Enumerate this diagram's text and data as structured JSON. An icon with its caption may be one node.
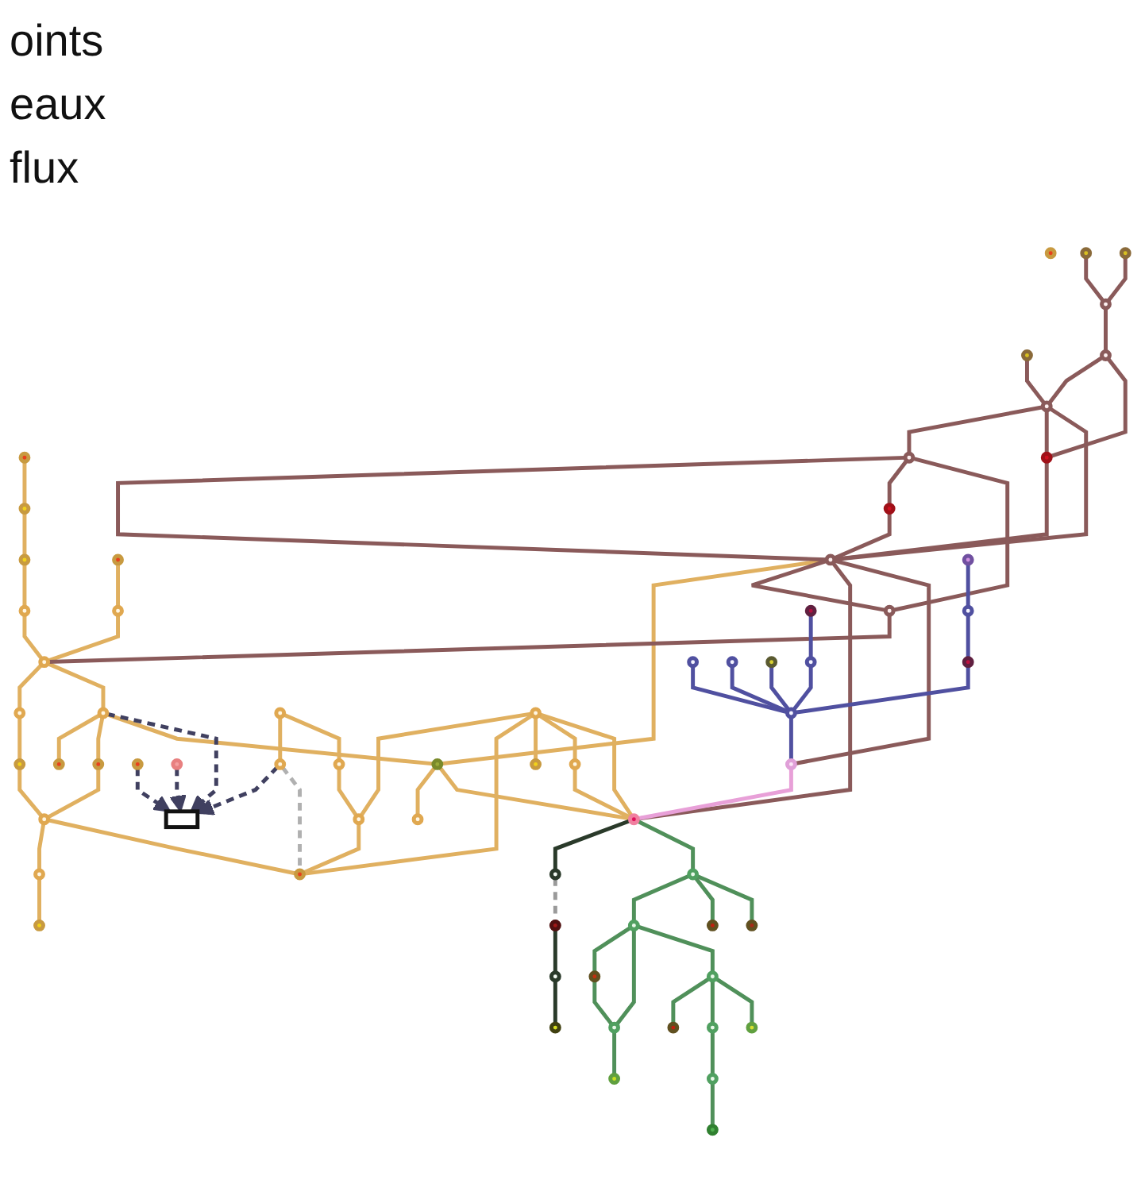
{
  "diagram": {
    "nodes": [
      {
        "text": [],
        "shape": "circle"
      },
      {
        "text": [],
        "shape": "circle"
      },
      {
        "text": [],
        "shape": "circle"
      },
      {
        "text": [],
        "shape": "circle"
      },
      {
        "text": [],
        "shape": "circle"
      },
      {
        "text": [],
        "shape": "circle"
      },
      {
        "text": [],
        "shape": "circle"
      },
      {
        "text": [],
        "shape": "circle"
      },
      {
        "text": [],
        "shape": "circle"
      },
      {
        "text": [],
        "shape": "circle"
      },
      {
        "text": [],
        "shape": "circle"
      },
      {
        "text": [],
        "shape": "circle"
      },
      {
        "text": [],
        "shape": "circle"
      },
      {
        "text": [],
        "shape": "circle"
      },
      {
        "text": [],
        "shape": "box"
      },
      {
        "text": [],
        "shape": "circle"
      },
      {
        "text": [],
        "shape": "circle"
      },
      {
        "text": [],
        "shape": "circle"
      },
      {
        "text": [],
        "shape": "circle"
      },
      {
        "text": [],
        "shape": "circle"
      },
      {
        "text": [],
        "shape": "circle"
      },
      {
        "text": [],
        "shape": "circle"
      },
      {
        "text": [],
        "shape": "circle"
      },
      {
        "text": [],
        "shape": "circle"
      },
      {
        "text": [],
        "shape": "circle"
      },
      {
        "text": [],
        "shape": "circle"
      },
      {
        "text": [],
        "shape": "circle"
      },
      {
        "text": [],
        "shape": "circle"
      },
      {
        "text": [],
        "shape": "circle"
      },
      {
        "text": [],
        "shape": "circle"
      },
      {
        "text": [],
        "shape": "circle"
      },
      {
        "text": [],
        "shape": "circle"
      },
      {
        "text": [],
        "shape": "circle"
      },
      {
        "text": [],
        "shape": "circle"
      },
      {
        "text": [],
        "shape": "circle"
      },
      {
        "text": [],
        "shape": "circle"
      },
      {
        "text": [],
        "shape": "circle"
      },
      {
        "text": [],
        "shape": "circle"
      },
      {
        "text": [],
        "shape": "circle"
      },
      {
        "text": [],
        "shape": "circle"
      },
      {
        "text": [],
        "shape": "circle"
      },
      {
        "text": [],
        "shape": "circle"
      },
      {
        "text": [],
        "shape": "circle"
      },
      {
        "text": [],
        "shape": "circle"
      },
      {
        "text": [],
        "shape": "circle"
      },
      {
        "text": [],
        "shape": "circle"
      },
      {
        "text": [],
        "shape": "circle"
      },
      {
        "text": [],
        "shape": "circle"
      },
      {
        "text": [],
        "shape": "circle"
      },
      {
        "text": [],
        "shape": "circle"
      },
      {
        "text": [],
        "shape": "circle"
      },
      {
        "text": [],
        "shape": "circle"
      },
      {
        "text": [],
        "shape": "circle"
      },
      {
        "text": [],
        "shape": "circle"
      },
      {
        "text": [],
        "shape": "circle"
      },
      {
        "text": [],
        "shape": "circle"
      },
      {
        "text": [],
        "shape": "circle"
      },
      {
        "text": [],
        "shape": "circle"
      },
      {
        "text": [],
        "shape": "circle"
      },
      {
        "text": [],
        "shape": "circle"
      },
      {
        "text": [],
        "shape": "circle"
      },
      {
        "text": [],
        "shape": "circle"
      },
      {
        "text": [],
        "shape": "circle"
      },
      {
        "text": [],
        "shape": "circle"
      },
      {
        "text": [],
        "shape": "circle"
      },
      {
        "text": [],
        "shape": "circle"
      },
      {
        "text": [],
        "shape": "circle"
      },
      {
        "text": [],
        "shape": "circle"
      }
    ],
    "edges": [
      {
        "from": 0,
        "to": 1,
        "arrow": "none"
      },
      {
        "from": 1,
        "to": 2,
        "arrow": "none"
      },
      {
        "from": 2,
        "to": 3,
        "arrow": "none"
      },
      {
        "from": 3,
        "to": 6,
        "arrow": "none"
      },
      {
        "from": 4,
        "to": 5,
        "arrow": "none"
      },
      {
        "from": 5,
        "to": 6,
        "arrow": "none"
      },
      {
        "from": 6,
        "to": 7,
        "arrow": "none"
      },
      {
        "from": 7,
        "to": 8,
        "arrow": "none"
      },
      {
        "from": 8,
        "to": 9,
        "arrow": "none"
      },
      {
        "from": 6,
        "to": 12,
        "arrow": "none"
      },
      {
        "from": 12,
        "to": 10,
        "arrow": "none"
      },
      {
        "from": 12,
        "to": 11,
        "arrow": "none"
      },
      {
        "from": 11,
        "to": 9,
        "arrow": "none"
      },
      {
        "from": 9,
        "to": 16,
        "arrow": "none"
      },
      {
        "from": 16,
        "to": 17,
        "arrow": "none"
      },
      {
        "from": 9,
        "to": 28,
        "arrow": "none"
      },
      {
        "from": 20,
        "to": 21,
        "arrow": "none"
      },
      {
        "from": 20,
        "to": 22,
        "arrow": "none"
      },
      {
        "from": 22,
        "to": 23,
        "arrow": "none"
      },
      {
        "from": 24,
        "to": 23,
        "arrow": "none"
      },
      {
        "from": 24,
        "to": 28,
        "arrow": "none"
      },
      {
        "from": 23,
        "to": 28,
        "arrow": "none"
      },
      {
        "from": 24,
        "to": 19,
        "arrow": "none"
      },
      {
        "from": 24,
        "to": 25,
        "arrow": "none"
      },
      {
        "from": 25,
        "to": 50,
        "arrow": "none"
      },
      {
        "from": 24,
        "to": 50,
        "arrow": "none"
      },
      {
        "from": 12,
        "to": 26,
        "arrow": "none"
      },
      {
        "from": 26,
        "to": 27,
        "arrow": "none"
      },
      {
        "from": 26,
        "to": 50,
        "arrow": "none"
      },
      {
        "from": 38,
        "to": 26,
        "arrow": "none"
      },
      {
        "from": 12,
        "to": 14,
        "arrow": "to",
        "style": "dashed",
        "color": "#404060"
      },
      {
        "from": 13,
        "to": 14,
        "arrow": "to",
        "style": "dashed",
        "color": "#404060"
      },
      {
        "from": 15,
        "to": 14,
        "arrow": "to",
        "style": "dashed",
        "color": "#404060"
      },
      {
        "from": 21,
        "to": 14,
        "arrow": "to",
        "style": "dashed",
        "color": "#404060"
      },
      {
        "from": 21,
        "to": 28,
        "arrow": "none",
        "style": "dashed",
        "color": "#b0b0b0"
      },
      {
        "from": 29,
        "to": 34,
        "arrow": "none",
        "color": "#8a5a5a"
      },
      {
        "from": 30,
        "to": 32,
        "arrow": "none",
        "color": "#8a5a5a"
      },
      {
        "from": 31,
        "to": 32,
        "arrow": "none",
        "color": "#8a5a5a"
      },
      {
        "from": 32,
        "to": 33,
        "arrow": "none",
        "color": "#8a5a5a"
      },
      {
        "from": 33,
        "to": 34,
        "arrow": "none",
        "color": "#8a5a5a"
      },
      {
        "from": 34,
        "to": 35,
        "arrow": "none",
        "color": "#8a5a5a"
      },
      {
        "from": 34,
        "to": 36,
        "arrow": "none",
        "color": "#8a5a5a"
      },
      {
        "from": 33,
        "to": 36,
        "arrow": "none",
        "color": "#8a5a5a"
      },
      {
        "from": 34,
        "to": 38,
        "arrow": "none",
        "color": "#8a5a5a"
      },
      {
        "from": 36,
        "to": 38,
        "arrow": "none",
        "color": "#8a5a5a"
      },
      {
        "from": 35,
        "to": 38,
        "arrow": "none",
        "color": "#8a5a5a"
      },
      {
        "from": 35,
        "to": 37,
        "arrow": "none",
        "color": "#8a5a5a"
      },
      {
        "from": 37,
        "to": 38,
        "arrow": "none",
        "color": "#8a5a5a"
      },
      {
        "from": 35,
        "to": 39,
        "arrow": "none",
        "color": "#8a5a5a"
      },
      {
        "from": 38,
        "to": 39,
        "arrow": "none",
        "color": "#8a5a5a"
      },
      {
        "from": 39,
        "to": 6,
        "arrow": "none",
        "color": "#8a5a5a"
      },
      {
        "from": 38,
        "to": 50,
        "arrow": "none",
        "color": "#8a5a5a"
      },
      {
        "from": 38,
        "to": 49,
        "arrow": "none",
        "color": "#8a5a5a"
      },
      {
        "from": 40,
        "to": 41,
        "arrow": "none",
        "color": "#5050a0"
      },
      {
        "from": 41,
        "to": 43,
        "arrow": "none",
        "color": "#5050a0"
      },
      {
        "from": 42,
        "to": 43,
        "arrow": "none",
        "color": "#5050a0"
      },
      {
        "from": 44,
        "to": 43,
        "arrow": "none",
        "color": "#5050a0"
      },
      {
        "from": 45,
        "to": 43,
        "arrow": "none",
        "color": "#5050a0"
      },
      {
        "from": 48,
        "to": 47,
        "arrow": "none",
        "color": "#5050a0"
      },
      {
        "from": 47,
        "to": 46,
        "arrow": "none",
        "color": "#5050a0"
      },
      {
        "from": 46,
        "to": 43,
        "arrow": "none",
        "color": "#5050a0"
      },
      {
        "from": 43,
        "to": 49,
        "arrow": "none",
        "color": "#5050a0"
      },
      {
        "from": 49,
        "to": 50,
        "arrow": "none",
        "color": "#e8a0d8"
      },
      {
        "from": 50,
        "to": 51,
        "arrow": "none",
        "color": "#2a3a2a"
      },
      {
        "from": 51,
        "to": 52,
        "arrow": "none",
        "style": "dashed",
        "color": "#9a9a9a"
      },
      {
        "from": 52,
        "to": 53,
        "arrow": "none",
        "color": "#2a3a2a"
      },
      {
        "from": 53,
        "to": 54,
        "arrow": "none",
        "color": "#2a3a2a"
      },
      {
        "from": 50,
        "to": 55,
        "arrow": "none",
        "color": "#50905a"
      },
      {
        "from": 55,
        "to": 56,
        "arrow": "none",
        "color": "#50905a"
      },
      {
        "from": 55,
        "to": 57,
        "arrow": "none",
        "color": "#50905a"
      },
      {
        "from": 55,
        "to": 58,
        "arrow": "none",
        "color": "#50905a"
      },
      {
        "from": 56,
        "to": 59,
        "arrow": "none",
        "color": "#50905a"
      },
      {
        "from": 56,
        "to": 60,
        "arrow": "none",
        "color": "#50905a"
      },
      {
        "from": 59,
        "to": 60,
        "arrow": "none",
        "color": "#50905a"
      },
      {
        "from": 60,
        "to": 61,
        "arrow": "none",
        "color": "#50905a"
      },
      {
        "from": 56,
        "to": 62,
        "arrow": "none",
        "color": "#50905a"
      },
      {
        "from": 62,
        "to": 63,
        "arrow": "none",
        "color": "#50905a"
      },
      {
        "from": 62,
        "to": 64,
        "arrow": "none",
        "color": "#50905a"
      },
      {
        "from": 62,
        "to": 65,
        "arrow": "none",
        "color": "#50905a"
      },
      {
        "from": 64,
        "to": 66,
        "arrow": "none",
        "color": "#50905a"
      },
      {
        "from": 66,
        "to": 67,
        "arrow": "none",
        "color": "#50905a"
      }
    ],
    "labels": [
      "oints",
      "eaux",
      "flux"
    ]
  }
}
